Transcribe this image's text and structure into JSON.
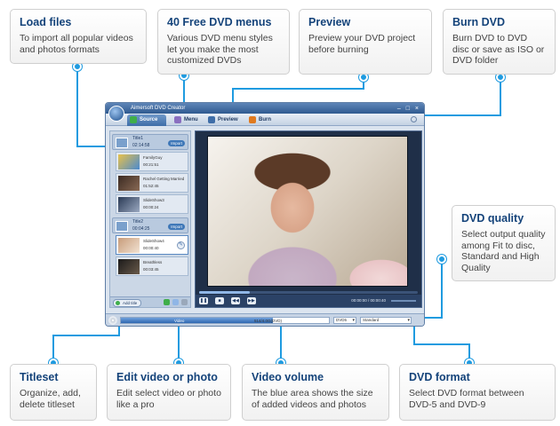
{
  "callouts": {
    "load_files": {
      "title": "Load files",
      "desc": "To import all popular videos and photos formats"
    },
    "dvd_menus": {
      "title": "40 Free DVD menus",
      "desc": "Various DVD menu styles let you make the most customized DVDs"
    },
    "preview": {
      "title": "Preview",
      "desc": "Preview your DVD project before burning"
    },
    "burn_dvd": {
      "title": "Burn DVD",
      "desc": "Burn DVD to DVD disc or save as ISO or DVD folder"
    },
    "dvd_quality": {
      "title": "DVD quality",
      "desc": "Select output quality among Fit to disc, Standard and High Quality"
    },
    "titleset": {
      "title": "Titleset",
      "desc": "Organize, add, delete titleset"
    },
    "edit_video": {
      "title": "Edit video or photo",
      "desc": "Edit select video or photo like a pro"
    },
    "video_volume": {
      "title": "Video volume",
      "desc": "The blue area shows the size of added videos and photos"
    },
    "dvd_format": {
      "title": "DVD format",
      "desc": "Select DVD format between DVD-5 and DVD-9"
    }
  },
  "app": {
    "window_title": "Aimersoft DVD Creator",
    "window_buttons": "– □ ×",
    "tabs": [
      "Source",
      "Menu",
      "Preview",
      "Burn"
    ],
    "tab_colors": [
      "#3fae4a",
      "#8a6fc0",
      "#3f6ea8",
      "#e07a1f"
    ],
    "titles": [
      {
        "name": "Title1",
        "duration": "02:14:58",
        "tag": "Import",
        "clips": [
          {
            "name": "FamilyGuy",
            "duration": "00:21:51"
          },
          {
            "name": "Rachel Getting Married",
            "duration": "01:52:45"
          },
          {
            "name": "SlideShow3",
            "duration": "00:00:24"
          }
        ]
      },
      {
        "name": "Title2",
        "duration": "00:04:25",
        "tag": "Import",
        "clips": [
          {
            "name": "SlideShow4",
            "duration": "00:00:40"
          },
          {
            "name": "Breathless",
            "duration": "00:03:45"
          }
        ]
      }
    ],
    "add_title_label": "Add title",
    "edit_glyph": "✎",
    "preview_controls": [
      "❚❚",
      "■",
      "◀◀",
      "▶▶"
    ],
    "seek_progress": 0.23,
    "timecode": "00:00:00 / 00:00:40",
    "capacity": {
      "name": "Video",
      "text": "514/4.0G(DVD)",
      "fill": 0.73
    },
    "format_value": "DVD5",
    "quality_value": "Standard"
  }
}
